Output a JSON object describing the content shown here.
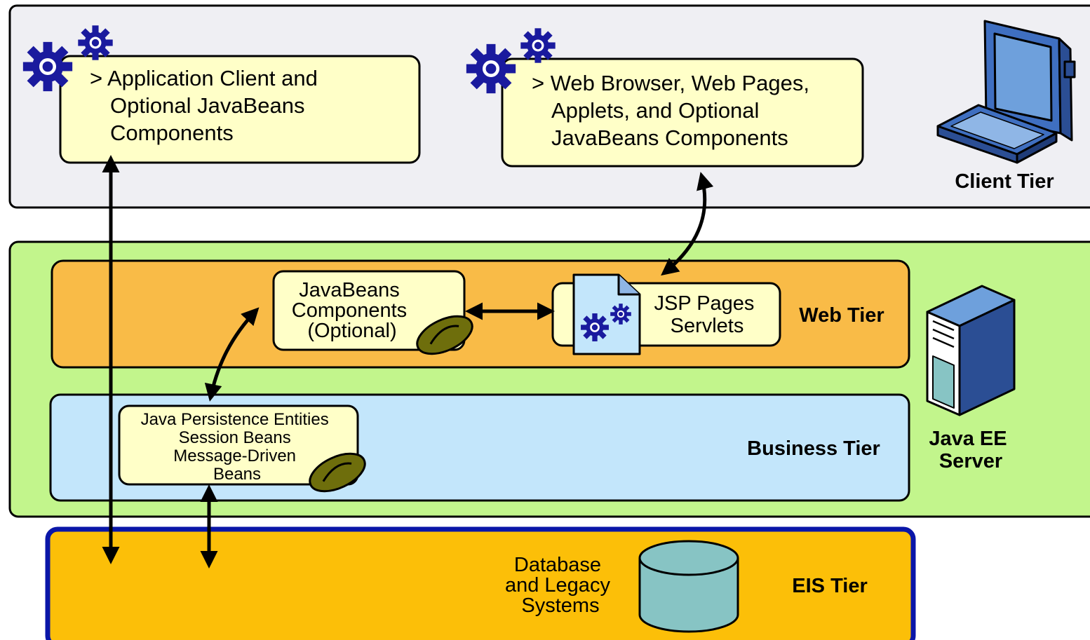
{
  "client_tier": {
    "label": "Client Tier",
    "app_client_box": {
      "lines": [
        "> Application Client and",
        "Optional JavaBeans",
        "Components"
      ]
    },
    "browser_box": {
      "lines": [
        "> Web Browser, Web Pages,",
        "Applets, and Optional",
        "JavaBeans Components"
      ]
    }
  },
  "server": {
    "label_lines": [
      "Java EE",
      "Server"
    ],
    "web_tier": {
      "label": "Web Tier",
      "javabeans_box": {
        "lines": [
          "JavaBeans",
          "Components",
          "(Optional)"
        ]
      },
      "jsp_box": {
        "lines": [
          "JSP Pages",
          "Servlets"
        ]
      }
    },
    "business_tier": {
      "label": "Business Tier",
      "entities_box": {
        "lines": [
          "Java Persistence Entities",
          "Session Beans",
          "Message-Driven",
          "Beans"
        ]
      }
    }
  },
  "eis_tier": {
    "label": "EIS Tier",
    "database_lines": [
      "Database",
      "and Legacy",
      "Systems"
    ]
  },
  "colors": {
    "client_bg": "#efeff3",
    "server_bg": "#c2f58c",
    "web_tier_bg": "#f9bb47",
    "business_tier_bg": "#c3e6fb",
    "component_box_bg": "#ffffc8",
    "eis_bg": "#fcbf08",
    "eis_border": "#0a16a8",
    "gear": "#1a1a9e",
    "bean": "#6e6e0c",
    "database": "#87c4c4"
  },
  "icons": [
    "gear-icon",
    "computer-icon",
    "server-tower-icon",
    "bean-icon",
    "jsp-file-icon",
    "database-icon"
  ]
}
